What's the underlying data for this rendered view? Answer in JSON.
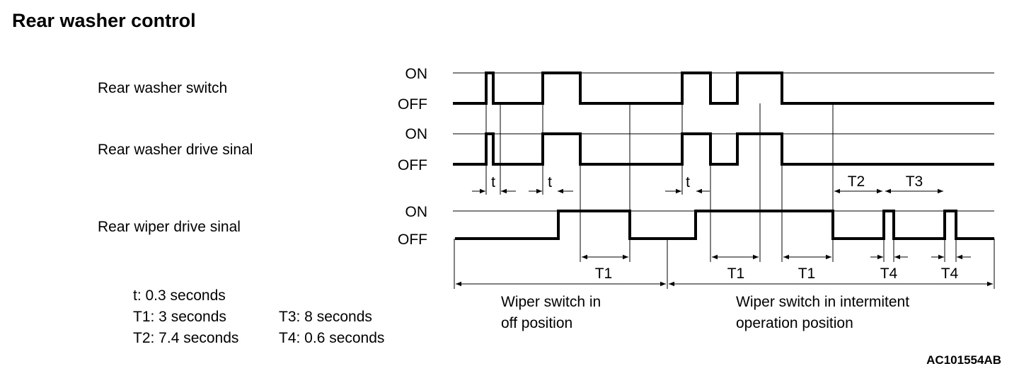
{
  "title": "Rear washer control",
  "signals": [
    {
      "label": "Rear washer switch",
      "on": "ON",
      "off": "OFF"
    },
    {
      "label": "Rear washer drive sinal",
      "on": "ON",
      "off": "OFF"
    },
    {
      "label": "Rear wiper drive sinal",
      "on": "ON",
      "off": "OFF"
    }
  ],
  "intervals": {
    "t": "t",
    "T1": "T1",
    "T2": "T2",
    "T3": "T3",
    "T4": "T4"
  },
  "legend": {
    "t": "t: 0.3 seconds",
    "T1": "T1: 3 seconds",
    "T2": "T2: 7.4 seconds",
    "T3": "T3: 8 seconds",
    "T4": "T4: 0.6 seconds"
  },
  "regions": {
    "off_line1": "Wiper switch in",
    "off_line2": "off position",
    "int_line1": "Wiper switch in intermitent",
    "int_line2": "operation position"
  },
  "figure_code": "AC101554AB"
}
